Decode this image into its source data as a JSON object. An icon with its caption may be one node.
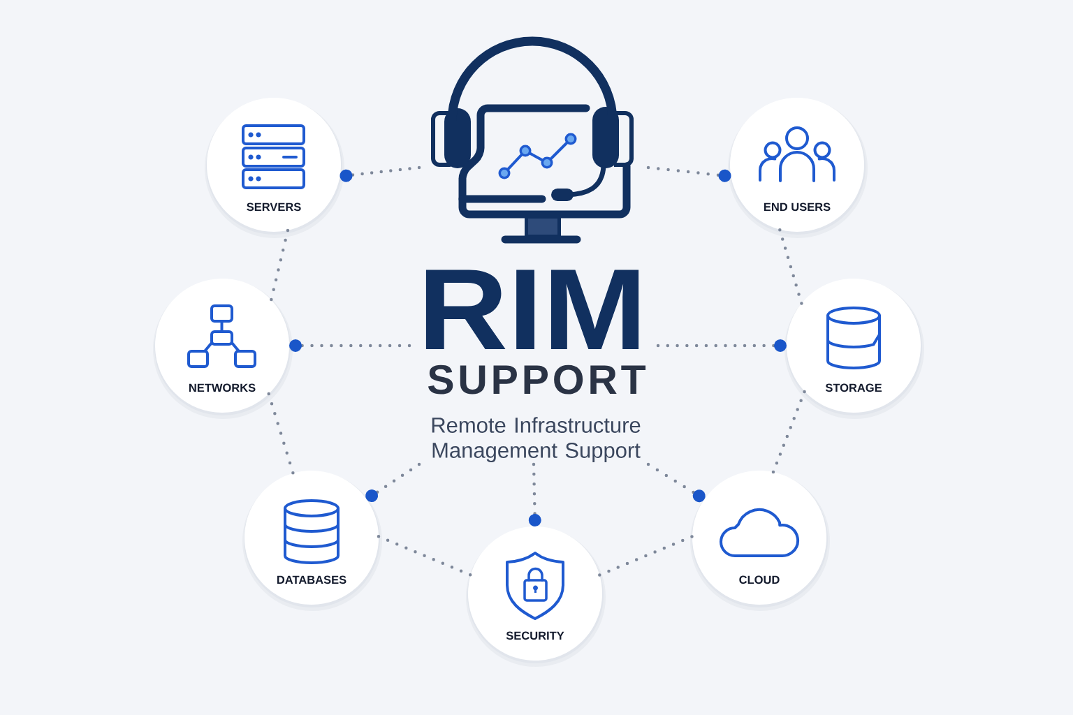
{
  "diagram": {
    "nodes": [
      {
        "text": [
          "RIM",
          "SUPPORT",
          "Remote Infrastructure Management Support"
        ]
      },
      {
        "text": [
          "SERVERS"
        ]
      },
      {
        "text": [
          "END USERS"
        ]
      },
      {
        "text": [
          "NETWORKS"
        ]
      },
      {
        "text": [
          "STORAGE"
        ]
      },
      {
        "text": [
          "DATABASES"
        ]
      },
      {
        "text": [
          "CLOUD"
        ]
      },
      {
        "text": [
          "SECURITY"
        ]
      }
    ],
    "edges": [
      {
        "from": 0,
        "to": 1,
        "arrow": "other"
      },
      {
        "from": 0,
        "to": 2,
        "arrow": "other"
      },
      {
        "from": 0,
        "to": 3,
        "arrow": "other"
      },
      {
        "from": 0,
        "to": 4,
        "arrow": "other"
      },
      {
        "from": 0,
        "to": 5,
        "arrow": "other"
      },
      {
        "from": 0,
        "to": 6,
        "arrow": "other"
      },
      {
        "from": 0,
        "to": 7,
        "arrow": "other"
      },
      {
        "from": 1,
        "to": 3,
        "arrow": "none"
      },
      {
        "from": 3,
        "to": 5,
        "arrow": "none"
      },
      {
        "from": 5,
        "to": 7,
        "arrow": "none"
      },
      {
        "from": 7,
        "to": 6,
        "arrow": "none"
      },
      {
        "from": 6,
        "to": 4,
        "arrow": "none"
      },
      {
        "from": 4,
        "to": 2,
        "arrow": "none"
      }
    ]
  }
}
